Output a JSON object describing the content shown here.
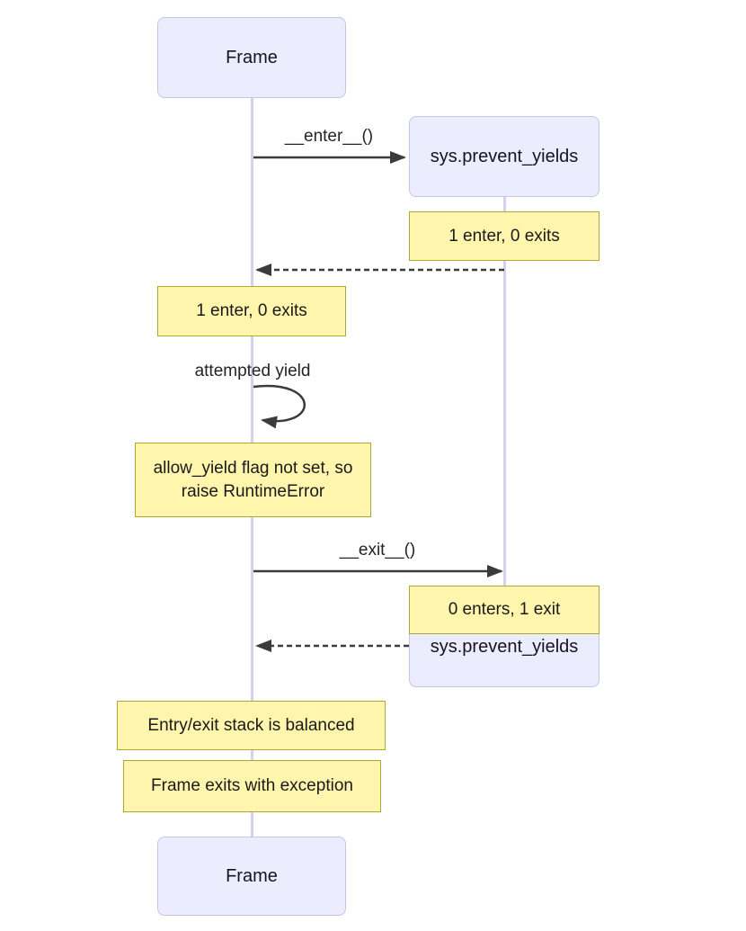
{
  "diagram_type": "sequence",
  "actors": {
    "frame_top": "Frame",
    "frame_bottom": "Frame",
    "sys_top": "sys.prevent_yields",
    "sys_bottom": "sys.prevent_yields"
  },
  "messages": {
    "enter": "__enter__()",
    "self_loop": "attempted yield",
    "exit": "__exit__()"
  },
  "notes": {
    "sys_enter": "1 enter, 0 exits",
    "frame_enter": "1 enter, 0 exits",
    "runtime_error": "allow_yield flag not set, so raise RuntimeError",
    "sys_exit": "0 enters, 1 exit",
    "balanced": "Entry/exit stack is balanced",
    "exception": "Frame exits with exception"
  },
  "colors": {
    "actor_fill": "#ECECFF",
    "actor_border": "#C9C3EA",
    "note_fill": "#FFF5AD",
    "note_border": "#AAAA33",
    "lifeline": "#D6D0EE",
    "arrow": "#3B3B3B"
  }
}
